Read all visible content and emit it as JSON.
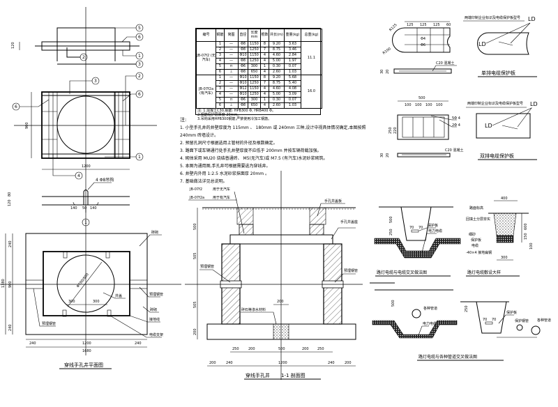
{
  "callouts": {
    "c1": "1",
    "c2": "2",
    "c3": "3",
    "c4": "4",
    "c5": "5",
    "c6": "6"
  },
  "cover": {
    "hook_label": "4 Φ8吊钩",
    "dims": {
      "slab_thk": "120",
      "width": "1200",
      "height": "900",
      "hook_h1": "80",
      "hook_h2": "120",
      "hook_w1": "140",
      "hook_w2": "50",
      "hook_w3": "140"
    }
  },
  "table": {
    "headers": [
      "编号",
      "钢筋",
      "简图",
      "直径",
      "长度mm",
      "根数",
      "共长(m)",
      "重量(kg)",
      "总重(kg)"
    ],
    "groups": [
      {
        "label": "JB-07f2 (无汽车)",
        "total": "11.1",
        "rows": [
          [
            "1",
            "—",
            "Φ8",
            "1150",
            "8",
            "9.20",
            "3.63"
          ],
          [
            "2",
            "—",
            "Φ8",
            "1250",
            "7",
            "8.75",
            "3.46"
          ],
          [
            "3",
            "—",
            "Φ10",
            "1150",
            "4",
            "4.60",
            "2.84"
          ],
          [
            "4",
            "—",
            "Φ8",
            "1250",
            "4",
            "5.00",
            "1.97"
          ],
          [
            "5",
            "⊓",
            "Φ6",
            "300",
            "1",
            "0.30",
            "0.07"
          ],
          [
            "6",
            "⊥",
            "Φ8",
            "650",
            "4",
            "2.60",
            "1.03"
          ]
        ]
      },
      {
        "label": "JB-07f2a (有汽车)",
        "total": "16.0",
        "rows": [
          [
            "1",
            "—",
            "Φ10",
            "1150",
            "8",
            "9.20",
            "5.68"
          ],
          [
            "2",
            "—",
            "Φ10",
            "1250",
            "7",
            "8.75",
            "5.40"
          ],
          [
            "3",
            "—",
            "Φ12",
            "1150",
            "4",
            "4.60",
            "4.08"
          ],
          [
            "4",
            "—",
            "Φ10",
            "1250",
            "4",
            "5.00",
            "3.09"
          ],
          [
            "5",
            "⊓",
            "Φ6",
            "300",
            "1",
            "0.30",
            "0.07"
          ],
          [
            "6",
            "⊥",
            "Φ8",
            "650",
            "4",
            "2.60",
            "1.03"
          ]
        ]
      }
    ],
    "notes": [
      "注: 1.混凝土C30,钢筋: HPB300 Φ, HRB400 Φ。",
      "2.钢筋保护层厚度 20mm。",
      "3.吊钩采用HPB300钢筋,严禁使用冷加工钢筋。"
    ]
  },
  "notes": {
    "title": "注:",
    "items": [
      "1. 小型手孔井的井壁厚度为   115mm  、 180mm   或 240mm   三种,设计中视具体情况确定,本图按照",
      "   240mm   砖墙设计。",
      "2. 预留孔洞尺寸根据选用上管材的外径及根数确定。",
      "3. 路面下或车辆通行处手孔井壁厚度不应低于          200mm     并按车辆荷载加强。",
      "4. 砌体采用  MU20  烧结普通砖、   M5(无汽车)或    M7.5 (有汽车)水泥砂浆砌筑。",
      "5. 本图为通用图,手孔井可根据需要选为穿线井。",
      "6. 井壁内外用  1:2.5  水泥砂浆抹面厚   20mm  。",
      "7. 基础做法详见总说明。"
    ]
  },
  "plan": {
    "title": "穿线手孔井平面图",
    "labels": {
      "brick_top": "砖砌",
      "pipe_right": "预埋钢管",
      "brick_right": "砖砌",
      "ground_wire": "接地线",
      "cable_bracket": "电缆支架",
      "pipe_left": "预埋钢管",
      "cover": "井盖",
      "diameter": "Φ780/800",
      "half1": "300",
      "half2": "300"
    },
    "dims": {
      "w_left": "240",
      "w_mid": "1200",
      "w_right": "240",
      "w_total": "1680",
      "h_top": "240",
      "h_mid": "900",
      "h_bot": "240",
      "h_total": "1380"
    }
  },
  "section": {
    "title_left": "穿线手孔井",
    "title_right": "1-1  剖面图",
    "labels": {
      "cover_a": "JB-07f2",
      "cover_a_use": "用于无汽车",
      "cover_b": "JB-07f2a",
      "cover_b_use": "用于有汽车",
      "cover_plate": "手孔井盖板",
      "cover_seat": "手孔井盖座",
      "pipe_left": "预埋钢管",
      "pipe_right": "预埋钢管",
      "gravel": "碎石等渗水材料",
      "gravel_w": "200"
    },
    "dims_row1": [
      "250",
      "200",
      "500",
      "200",
      "250"
    ],
    "dims_row2": [
      "200",
      "240",
      "1200",
      "240",
      "200"
    ],
    "dims_v": [
      "500",
      "505",
      "505",
      "200"
    ]
  },
  "plates": {
    "mark_note_1": "两端印制企业标识及电缆保护板型号",
    "mark_note_2": "两端印制企业标识及电缆保护板型号",
    "ld": "LD",
    "single_title": "单排电缆保护板",
    "double_title": "双排电缆保护板",
    "single_dims": [
      "125",
      "125",
      "125",
      "60"
    ],
    "single_r": "R125",
    "single_r2": "R100",
    "single_bar1": "Φ4",
    "single_bar2": "Φ6",
    "single_concrete": "C20 混凝土",
    "single_thk": [
      "30",
      "20"
    ],
    "double_dims": [
      "500",
      "100",
      "100",
      "100",
      "100"
    ],
    "double_h": [
      "250",
      "220"
    ],
    "double_bar1": "5Φ 4",
    "double_bar2": "2Φ 4",
    "double_concrete": "C20 混凝土",
    "double_thk": [
      "30",
      "20"
    ]
  },
  "trench": {
    "title1": "路灯电缆与电缆交叉做法图",
    "title2": "路灯电缆敷设大样",
    "title3": "路灯电缆与各种管道交叉做法图",
    "labels1": {
      "prot": "保护板",
      "cable": "电力电缆",
      "d1": "500",
      "d2": "250",
      "s1": "70",
      "s2": "70"
    },
    "labels2": {
      "road": "路面标高",
      "fill": "回填土分层夯实",
      "sand": "细砂",
      "plate": "保护板",
      "cable": "电缆",
      "steel": "-40×4 接地扁钢",
      "w_top": "400",
      "w_bot": "300",
      "h1": "600",
      "h2": "150",
      "h3": "100"
    },
    "labels3": {
      "pipe": "各种管道",
      "cable": "电力电缆",
      "prot": "保护板",
      "pipe2": "保护钢管",
      "pipe3": "各种管道",
      "d": "500",
      "d2": "250",
      "s1": "70",
      "s2": "70"
    }
  }
}
